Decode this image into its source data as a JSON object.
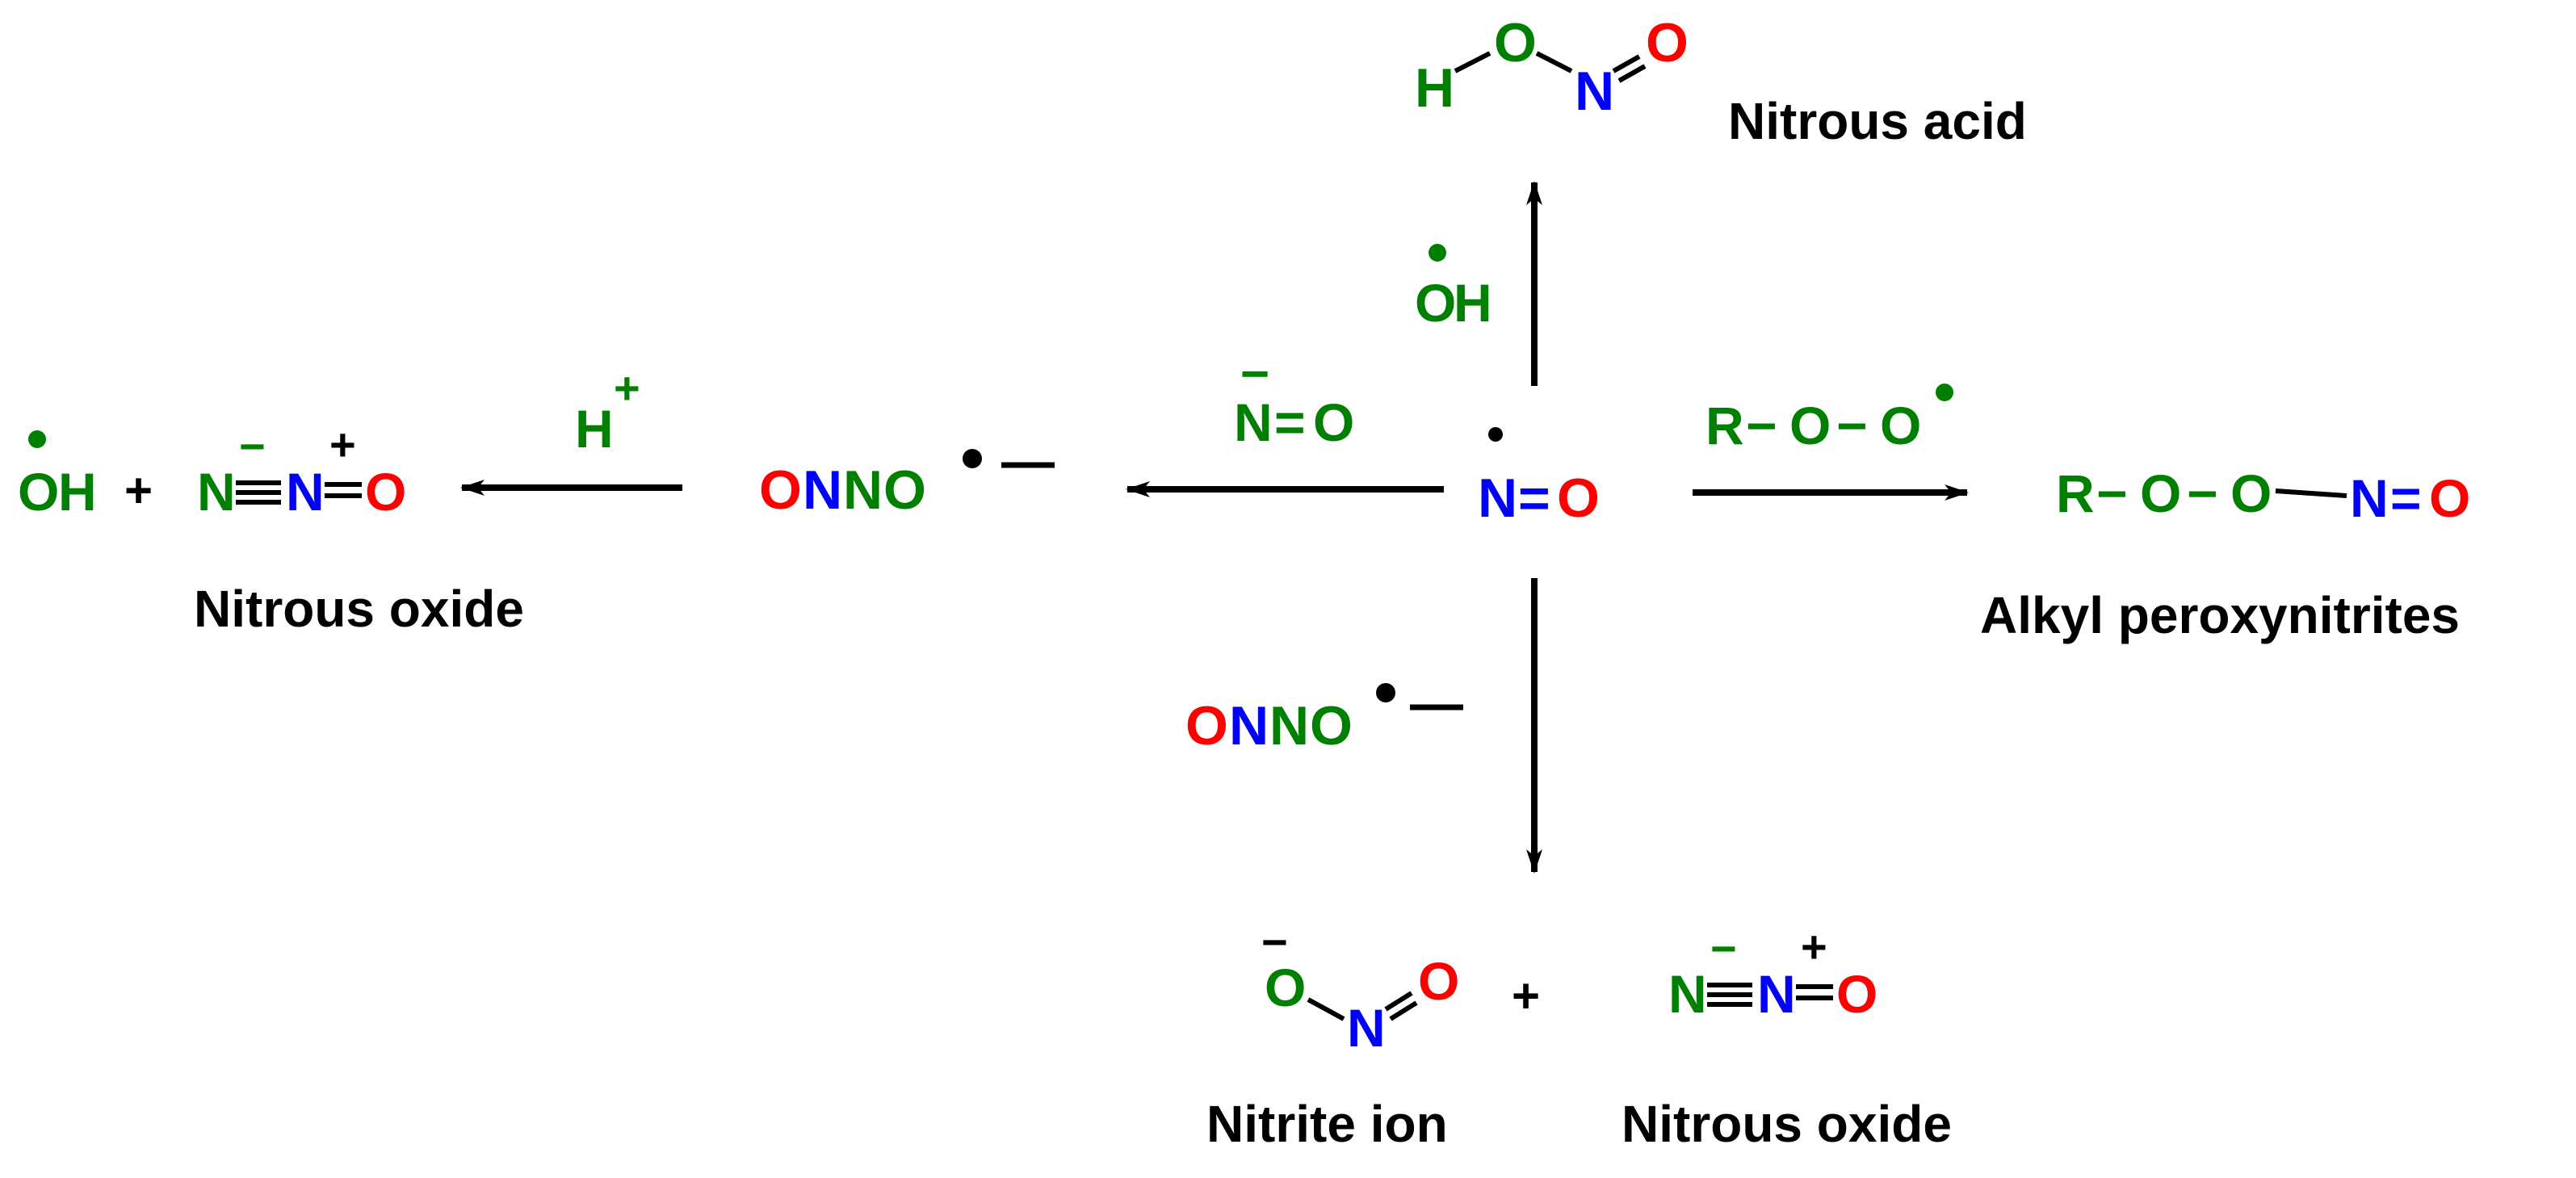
{
  "colors": {
    "oxygen": "#ff0000",
    "nitrogen": "#0000ff",
    "green": "#008000",
    "black": "#000000"
  },
  "center": {
    "N": "N",
    "eq": "=",
    "O": "O"
  },
  "up": {
    "reagent": {
      "O": "O",
      "H": "H"
    },
    "product": {
      "H": "H",
      "O": "O",
      "N": "N",
      "O2": "O"
    },
    "name": "Nitrous acid"
  },
  "right": {
    "reagent": {
      "R": "R",
      "d1": "−",
      "O1": "O",
      "d2": "−",
      "O2": "O"
    },
    "product": {
      "R": "R",
      "d1": "−",
      "O1": "O",
      "d2": "−",
      "O2": "O",
      "N": "N",
      "eq": "=",
      "O3": "O"
    },
    "name": "Alkyl peroxynitrites"
  },
  "left": {
    "reagent": {
      "minus": "−",
      "N": "N",
      "eq": "=",
      "O": "O"
    },
    "intermediate": {
      "O": "O",
      "N1": "N",
      "N2": "N",
      "O2": "O",
      "charge": "−"
    },
    "reagent2": {
      "H": "H",
      "plus": "+"
    },
    "product": {
      "O": "O",
      "H": "H",
      "plus": "+",
      "N1": "N",
      "N2": "N",
      "minus": "−",
      "pluscharge": "+",
      "O2": "O"
    },
    "name": "Nitrous oxide"
  },
  "down": {
    "reagent": {
      "O": "O",
      "N1": "N",
      "N2": "N",
      "O2": "O",
      "charge": "−"
    },
    "product1": {
      "O": "O",
      "minus": "−",
      "N": "N",
      "O2": "O"
    },
    "plus": "+",
    "product2": {
      "N1": "N",
      "N2": "N",
      "minus": "−",
      "pluscharge": "+",
      "O": "O"
    },
    "name1": "Nitrite ion",
    "name2": "Nitrous oxide"
  }
}
